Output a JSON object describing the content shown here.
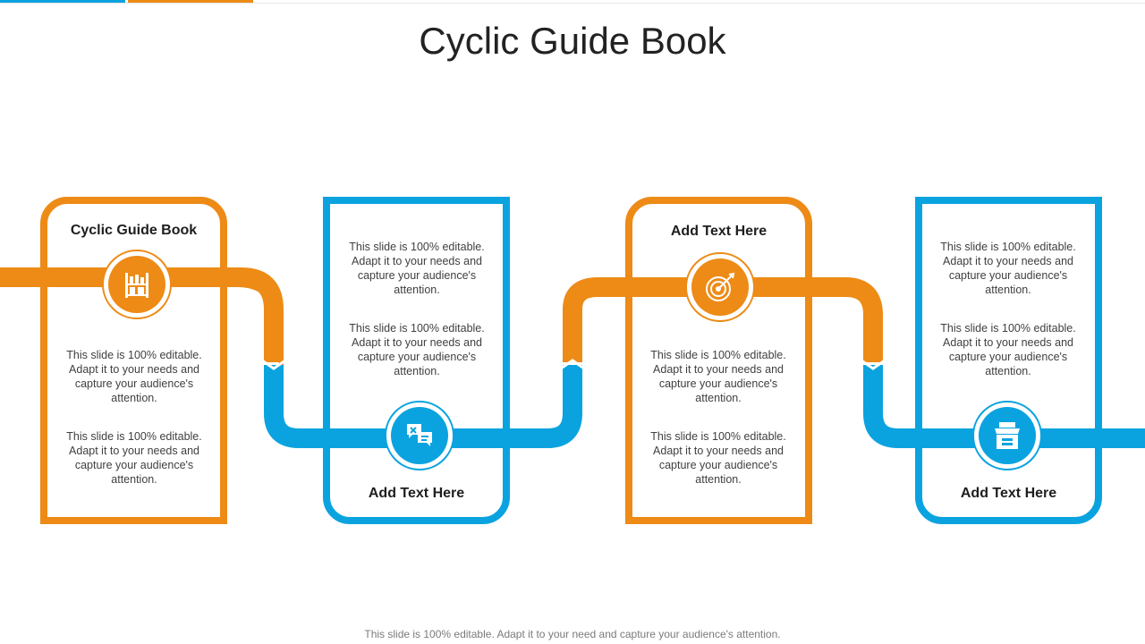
{
  "title": "Cyclic Guide Book",
  "colors": {
    "orange": "#ED8B16",
    "blue": "#0AA3DF",
    "text": "#222222"
  },
  "cards": [
    {
      "heading": "Cyclic Guide Book",
      "icon": "shelf-icon",
      "color": "orange",
      "paragraphs": [
        "This slide is 100% editable. Adapt it to your needs and capture your audience's attention.",
        "This slide is 100% editable. Adapt it to your needs and capture your audience's attention."
      ]
    },
    {
      "heading": "Add Text Here",
      "icon": "chat-icon",
      "color": "blue",
      "paragraphs": [
        "This slide is 100% editable. Adapt it to your needs and capture your audience's attention.",
        "This slide is 100% editable. Adapt it to your needs and capture your audience's attention."
      ]
    },
    {
      "heading": "Add Text Here",
      "icon": "target-icon",
      "color": "orange",
      "paragraphs": [
        "This slide is 100% editable. Adapt it to your needs and capture your audience's attention.",
        "This slide is 100% editable. Adapt it to your needs and capture your audience's attention."
      ]
    },
    {
      "heading": "Add Text Here",
      "icon": "shop-icon",
      "color": "blue",
      "paragraphs": [
        "This slide is 100% editable. Adapt it to your needs and capture your audience's attention.",
        "This slide is 100% editable. Adapt it to your needs and capture your audience's attention."
      ]
    }
  ],
  "footer": "This slide is 100% editable. Adapt it to your need and capture your audience's attention."
}
